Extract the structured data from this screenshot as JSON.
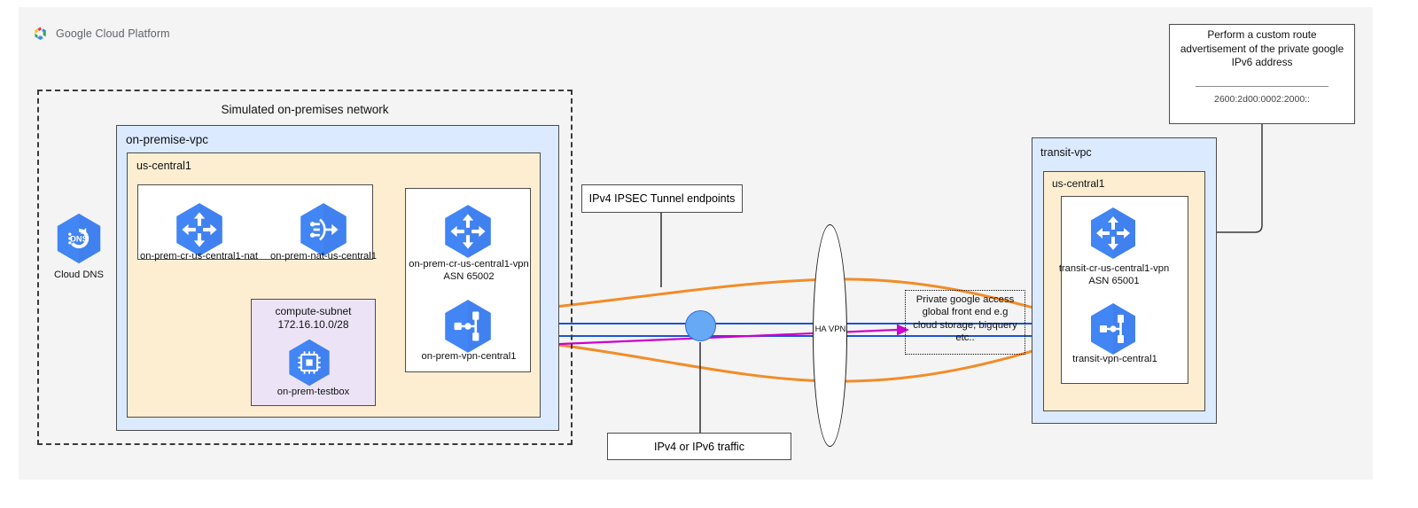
{
  "header": {
    "brand_google": "Google",
    "brand_cloud": "Cloud",
    "brand_platform": "Platform",
    "logo_icon": "google-cloud-logo-icon"
  },
  "colors": {
    "page_background": "#f4f4f4",
    "vpc_fill": "#dbeaff",
    "region_fill": "#fdeed2",
    "subnet_fill": "#ece4f6",
    "gcp_blue": "#4285f4",
    "tunnel_orange": "#f28c28",
    "traffic_blue": "#1a54d4",
    "traffic_magenta": "#cc00cc",
    "endpoint_dot": "#68a9f5",
    "border": "#4c4c4c"
  },
  "onprem": {
    "dashed_title": "Simulated on-premises network",
    "vpc_name": "on-premise-vpc",
    "region": "us-central1",
    "cloud_dns": {
      "label": "Cloud DNS",
      "icon": "cloud-dns-icon"
    },
    "nodes": [
      {
        "label": "on-prem-cr-us-central1-nat",
        "icon": "cloud-router-icon"
      },
      {
        "label": "on-prem-nat-us-central1",
        "icon": "cloud-nat-icon"
      }
    ],
    "vpn_router": {
      "label": "on-prem-cr-us-central1-vpn",
      "asn": "ASN 65002",
      "icon": "cloud-router-icon"
    },
    "vpn_gateway": {
      "label": "on-prem-vpn-central1",
      "icon": "vpn-gateway-icon"
    },
    "subnet": {
      "name": "compute-subnet",
      "cidr": "172.16.10.0/28",
      "vm": {
        "label": "on-prem-testbox",
        "icon": "compute-vm-icon"
      }
    }
  },
  "transit": {
    "vpc_name": "transit-vpc",
    "region": "us-central1",
    "vpn_router": {
      "label": "transit-cr-us-central1-vpn",
      "asn": "ASN 65001",
      "icon": "cloud-router-icon"
    },
    "vpn_gateway": {
      "label": "transit-vpn-central1",
      "icon": "vpn-gateway-icon"
    }
  },
  "callouts": {
    "ipsec_endpoints": "IPv4 IPSEC Tunnel endpoints",
    "traffic": "IPv4 or IPv6 traffic",
    "ha_vpn": "HA VPN",
    "private_google_access": "Private google access\nglobal front end e.g\ncloud storage, bigquery\netc..",
    "custom_route": {
      "text": "Perform a custom route\nadvertisement of the private google\nIPv6 address",
      "address": "2600:2d00:0002:2000::"
    }
  }
}
